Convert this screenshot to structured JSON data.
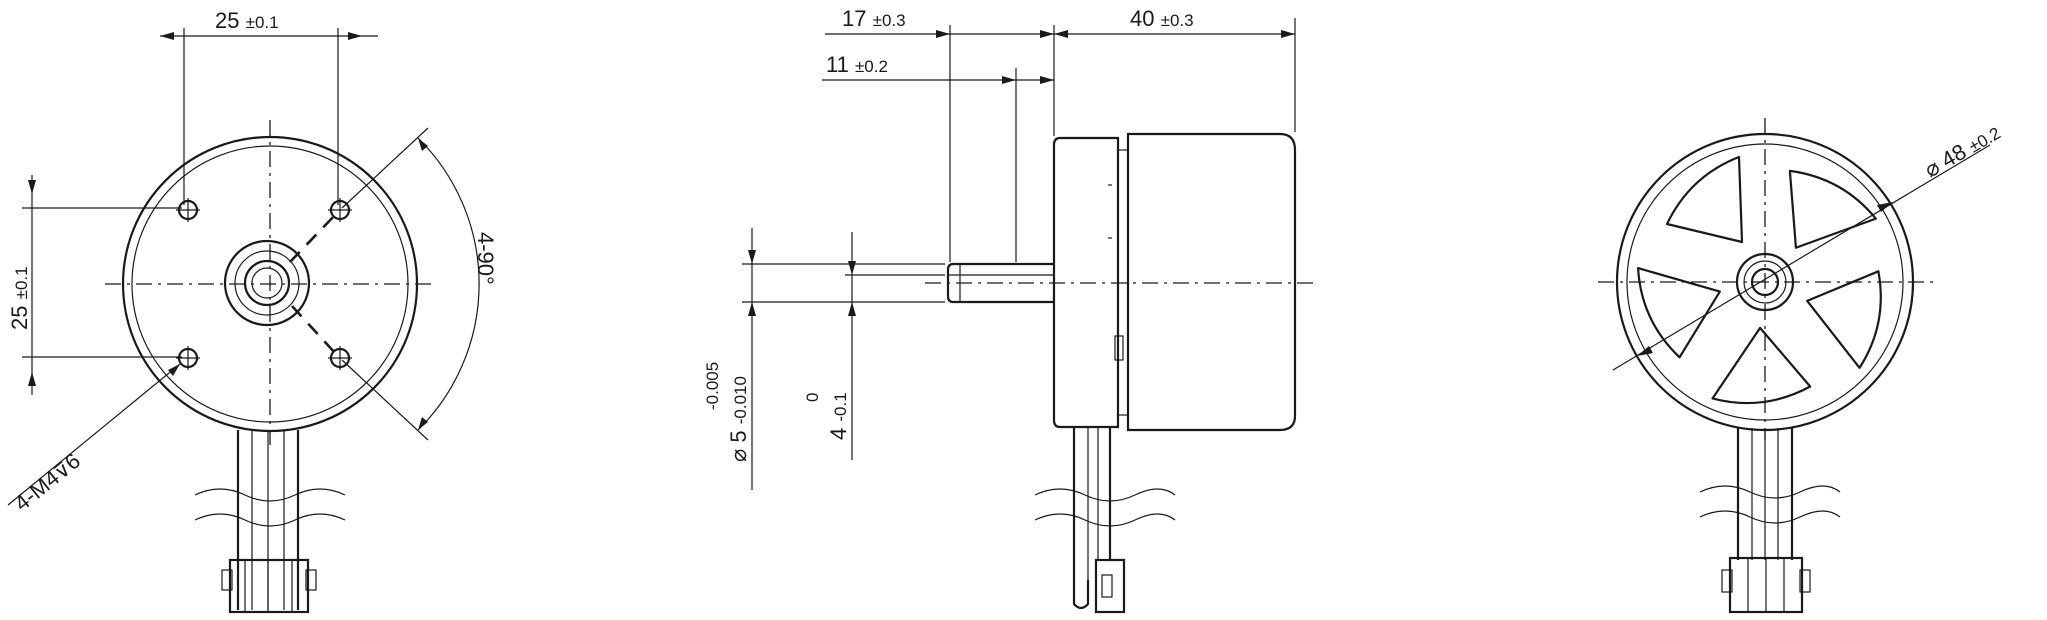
{
  "front_view": {
    "top_dim": {
      "value": "25",
      "tol": "±0.1"
    },
    "side_dim": {
      "value": "25",
      "tol": "±0.1"
    },
    "angle": "4-90°",
    "thread": {
      "prefix": "4-M4",
      "depth": "6"
    }
  },
  "side_view": {
    "dim_17": {
      "value": "17",
      "tol": "±0.3"
    },
    "dim_40": {
      "value": "40",
      "tol": "±0.3"
    },
    "dim_11": {
      "value": "11",
      "tol": "±0.2"
    },
    "shaft_dia": {
      "symbol": "⌀",
      "value": "5",
      "upper": "-0.005",
      "lower": "-0.010"
    },
    "flat": {
      "value": "4",
      "upper": "0",
      "lower": "-0.1"
    }
  },
  "back_view": {
    "outer_dia": {
      "symbol": "⌀",
      "value": "48",
      "tol": "±0.2"
    }
  }
}
